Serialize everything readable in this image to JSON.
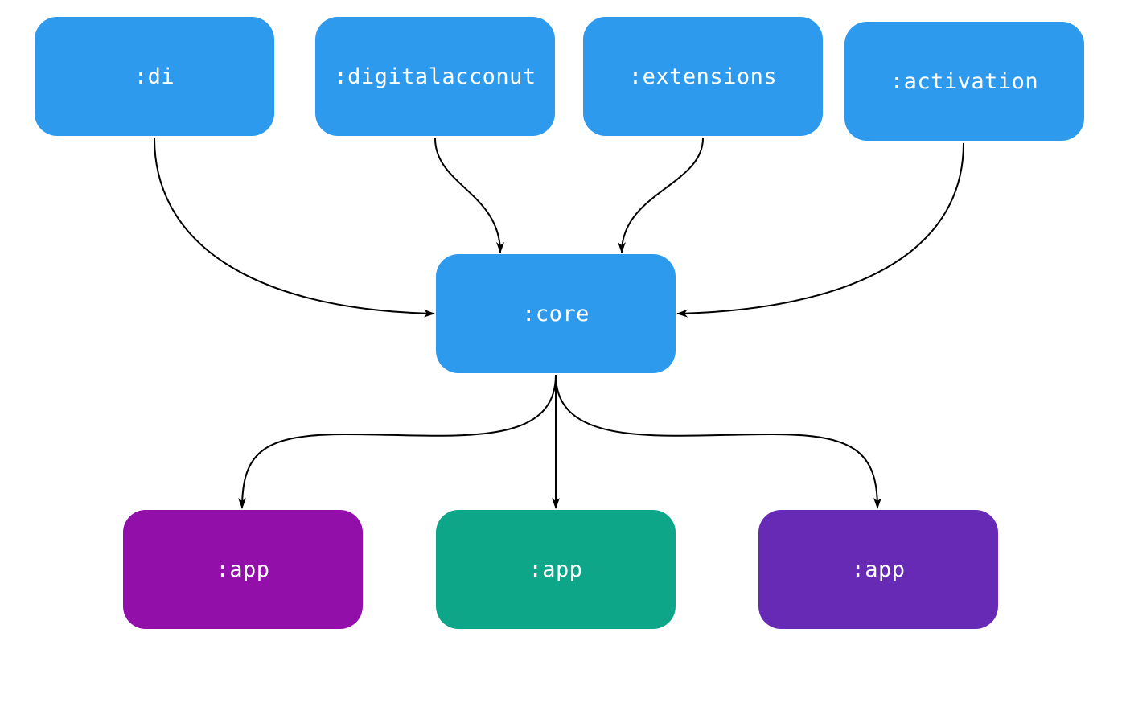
{
  "colors": {
    "module_blue": "#2E9AEE",
    "app_magenta": "#9210A9",
    "app_teal": "#0DA688",
    "app_violet": "#672AB5",
    "edge": "#000000"
  },
  "nodes": {
    "di": {
      "label": ":di",
      "color": "#2E9AEE"
    },
    "digitalaccount": {
      "label": ":digitalacconut",
      "color": "#2E9AEE"
    },
    "extensions": {
      "label": ":extensions",
      "color": "#2E9AEE"
    },
    "activation": {
      "label": ":activation",
      "color": "#2E9AEE"
    },
    "core": {
      "label": ":core",
      "color": "#2E9AEE"
    },
    "app_1": {
      "label": ":app",
      "color": "#9210A9"
    },
    "app_2": {
      "label": ":app",
      "color": "#0DA688"
    },
    "app_3": {
      "label": ":app",
      "color": "#672AB5"
    }
  },
  "edges": [
    {
      "from": "di",
      "to": "core"
    },
    {
      "from": "digitalaccount",
      "to": "core"
    },
    {
      "from": "extensions",
      "to": "core"
    },
    {
      "from": "activation",
      "to": "core"
    },
    {
      "from": "core",
      "to": "app_1"
    },
    {
      "from": "core",
      "to": "app_2"
    },
    {
      "from": "core",
      "to": "app_3"
    }
  ]
}
